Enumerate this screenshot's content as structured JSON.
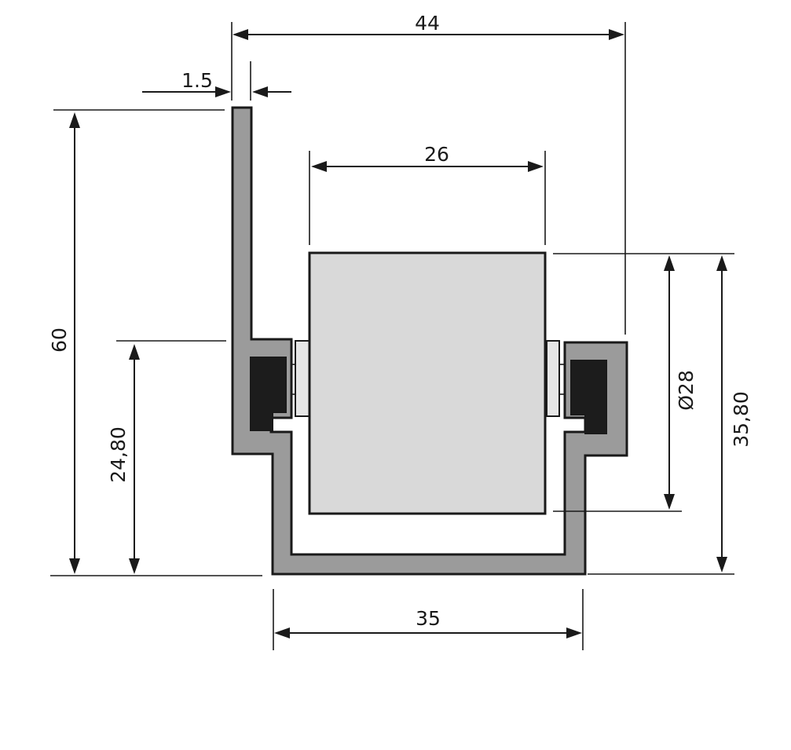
{
  "dimensions": {
    "overall_width": "44",
    "wall_thickness": "1.5",
    "roller_length": "26",
    "total_height": "60",
    "axle_height": "24,80",
    "roller_diameter": "Ø28",
    "roller_top_height": "35,80",
    "channel_width": "35"
  }
}
